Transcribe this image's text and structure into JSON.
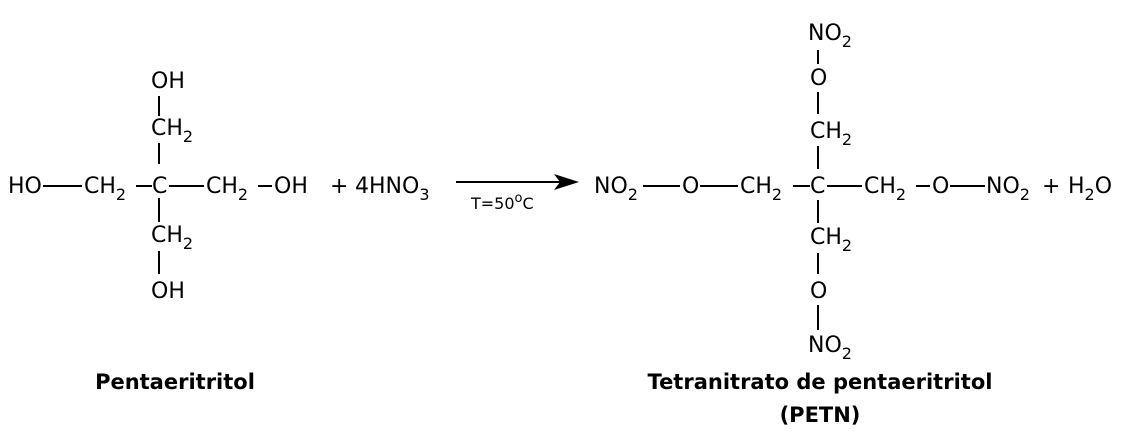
{
  "reactant": {
    "top_group": "OH",
    "bottom_group": "OH",
    "left_group": "HO",
    "right_group": "OH",
    "carbon": "C",
    "ch2": "CH",
    "sub2": "2",
    "name": "Pentaeritritol"
  },
  "reagent": {
    "plus": "+",
    "coefficient_formula": "4HNO",
    "sub3": "3",
    "condition_prefix": "T=50",
    "condition_deg": "o",
    "condition_unit": "C"
  },
  "product": {
    "no": "NO",
    "sub2": "2",
    "oxygen": "O",
    "ch2": "CH",
    "carbon": "C",
    "name_line1": "Tetranitrato de pentaeritritol",
    "name_line2": "(PETN)"
  },
  "byproduct": {
    "plus": "+",
    "water_h": "H",
    "sub2": "2",
    "water_o": "O"
  },
  "colors": {
    "ink": "#000000",
    "background": "#ffffff"
  }
}
